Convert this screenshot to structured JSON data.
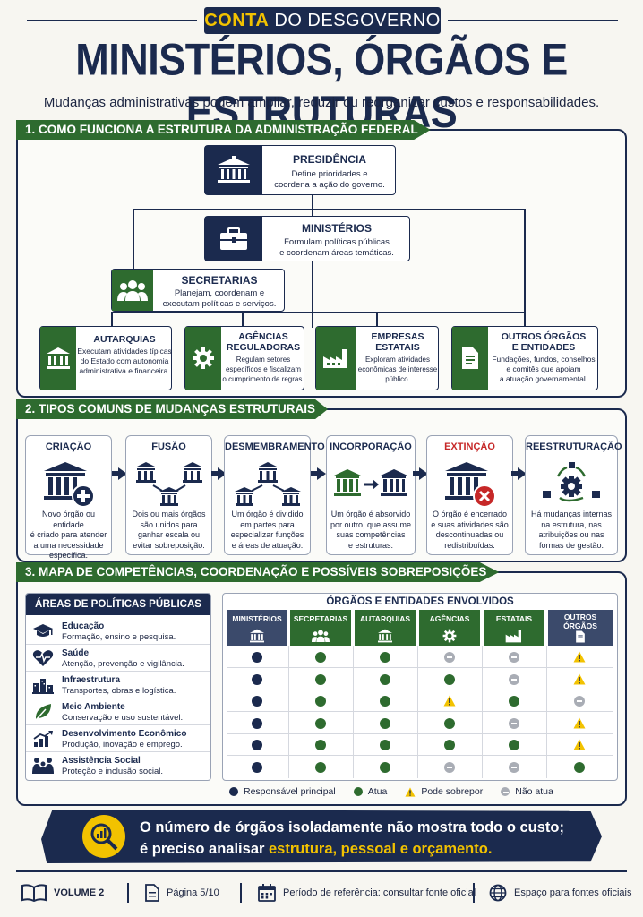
{
  "header": {
    "brand_highlight": "CONTA",
    "brand_rest": "DO DESGOVERNO",
    "title": "MINISTÉRIOS, ÓRGÃOS E ESTRUTURAS",
    "subtitle": "Mudanças administrativas podem ampliar, reduzir ou reorganizar custos e responsabilidades."
  },
  "section1": {
    "label": "1. COMO FUNCIONA A ESTRUTURA DA ADMINISTRAÇÃO FEDERAL",
    "presidencia": {
      "title": "PRESIDÊNCIA",
      "desc1": "Define prioridades e",
      "desc2": "coordena a ação do governo."
    },
    "ministerios": {
      "title": "MINISTÉRIOS",
      "desc1": "Formulam políticas públicas",
      "desc2": "e coordenam áreas temáticas."
    },
    "secretarias": {
      "title": "SECRETARIAS",
      "desc1": "Planejam, coordenam e",
      "desc2": "executam políticas e serviços."
    },
    "entities": [
      {
        "title1": "AUTARQUIAS",
        "title2": "",
        "desc": [
          "Executam atividades típicas",
          "do Estado com autonomia",
          "administrativa e financeira."
        ]
      },
      {
        "title1": "AGÊNCIAS",
        "title2": "REGULADORAS",
        "desc": [
          "Regulam setores",
          "específicos e fiscalizam",
          "o cumprimento de regras."
        ]
      },
      {
        "title1": "EMPRESAS",
        "title2": "ESTATAIS",
        "desc": [
          "Exploram atividades",
          "econômicas de interesse",
          "público."
        ]
      },
      {
        "title1": "OUTROS ÓRGÃOS",
        "title2": "E ENTIDADES",
        "desc": [
          "Fundações, fundos, conselhos",
          "e comitês que apoiam",
          "a atuação governamental."
        ]
      }
    ]
  },
  "section2": {
    "label": "2. TIPOS COMUNS DE MUDANÇAS ESTRUTURAIS",
    "types": [
      {
        "title": "CRIAÇÃO",
        "desc": [
          "Novo órgão ou entidade",
          "é criado para atender",
          "a uma necessidade",
          "específica."
        ]
      },
      {
        "title": "FUSÃO",
        "desc": [
          "Dois ou mais órgãos",
          "são unidos para",
          "ganhar escala ou",
          "evitar sobreposição."
        ]
      },
      {
        "title": "DESMEMBRAMENTO",
        "desc": [
          "Um órgão é dividido",
          "em partes para",
          "especializar funções",
          "e áreas de atuação."
        ]
      },
      {
        "title": "INCORPORAÇÃO",
        "desc": [
          "Um órgão é absorvido",
          "por outro, que assume",
          "suas competências",
          "e estruturas."
        ]
      },
      {
        "title": "EXTINÇÃO",
        "desc": [
          "O órgão é encerrado",
          "e suas atividades são",
          "descontinuadas ou",
          "redistribuídas."
        ]
      },
      {
        "title": "REESTRUTURAÇÃO",
        "desc": [
          "Há mudanças internas",
          "na estrutura, nas",
          "atribuições ou nas",
          "formas de gestão."
        ]
      }
    ]
  },
  "section3": {
    "label": "3. MAPA DE COMPETÊNCIAS, COORDENAÇÃO E POSSÍVEIS SOBREPOSIÇÕES",
    "areas_title": "ÁREAS DE POLÍTICAS PÚBLICAS",
    "areas": [
      {
        "name": "Educação",
        "desc": "Formação, ensino e pesquisa."
      },
      {
        "name": "Saúde",
        "desc": "Atenção, prevenção e vigilância."
      },
      {
        "name": "Infraestrutura",
        "desc": "Transportes, obras e logística."
      },
      {
        "name": "Meio Ambiente",
        "desc": "Conservação e uso sustentável."
      },
      {
        "name": "Desenvolvimento Econômico",
        "desc": "Produção, inovação e emprego."
      },
      {
        "name": "Assistência Social",
        "desc": "Proteção e inclusão social."
      }
    ],
    "matrix_title": "ÓRGÃOS E ENTIDADES ENVOLVIDOS",
    "columns": [
      {
        "l1": "MINISTÉRIOS",
        "l2": "",
        "color": "#3b4a6b"
      },
      {
        "l1": "SECRETARIAS",
        "l2": "",
        "color": "#2e6b2f"
      },
      {
        "l1": "AUTARQUIAS",
        "l2": "",
        "color": "#2e6b2f"
      },
      {
        "l1": "AGÊNCIAS",
        "l2": "",
        "color": "#2e6b2f"
      },
      {
        "l1": "ESTATAIS",
        "l2": "",
        "color": "#2e6b2f"
      },
      {
        "l1": "OUTROS",
        "l2": "ÓRGÃOS",
        "color": "#3b4a6b"
      }
    ],
    "matrix": [
      [
        "navy",
        "green",
        "green",
        "gray",
        "gray",
        "warn"
      ],
      [
        "navy",
        "green",
        "green",
        "green",
        "gray",
        "warn"
      ],
      [
        "navy",
        "green",
        "green",
        "warn",
        "green",
        "gray"
      ],
      [
        "navy",
        "green",
        "green",
        "green",
        "gray",
        "warn"
      ],
      [
        "navy",
        "green",
        "green",
        "green",
        "green",
        "warn"
      ],
      [
        "navy",
        "green",
        "green",
        "gray",
        "gray",
        "green"
      ]
    ],
    "legend": {
      "principal": "Responsável principal",
      "atua": "Atua",
      "sobrepor": "Pode sobrepor",
      "nao_atua": "Não atua"
    }
  },
  "banner": {
    "line1": "O número de órgãos isoladamente não mostra todo o custo;",
    "line2_pre": "é preciso analisar ",
    "line2_hl": "estrutura, pessoal e orçamento."
  },
  "footer": {
    "volume": "VOLUME 2",
    "page": "Página 5/10",
    "periodo": "Período de referência: consultar fonte oficial",
    "fontes": "Espaço para fontes oficiais"
  },
  "colors": {
    "navy": "#1b2a4e",
    "green": "#2e6b2f",
    "yellow": "#f2c200",
    "red": "#c62828",
    "gray": "#a9adb5"
  }
}
